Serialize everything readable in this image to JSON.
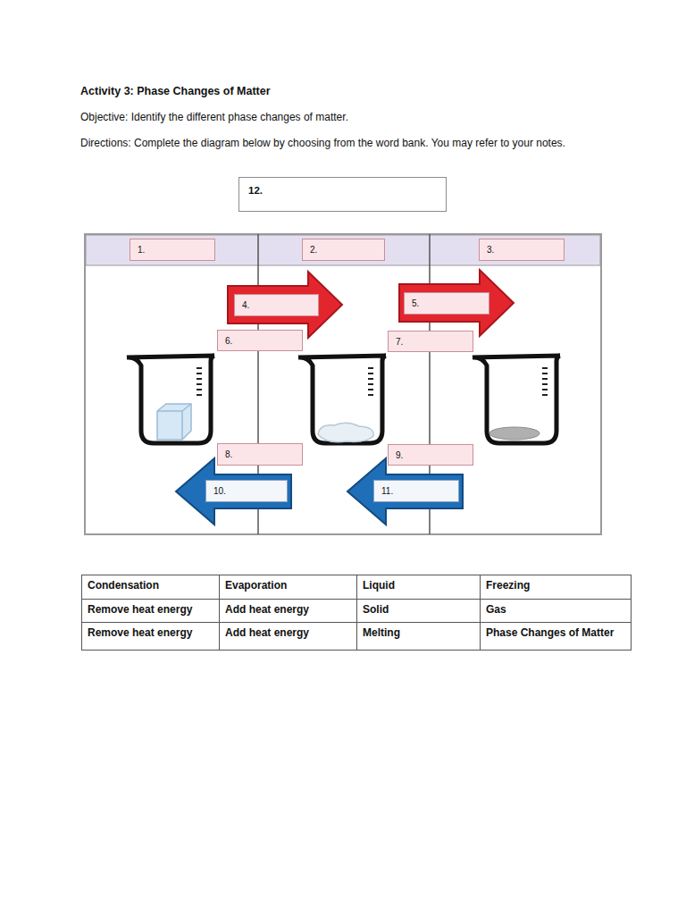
{
  "diagram": {
    "title": "Activity 3: Phase Changes of Matter",
    "nodes": [
      {
        "text": [
          "12."
        ]
      },
      {
        "text": [
          "1."
        ]
      },
      {
        "text": [
          "2."
        ]
      },
      {
        "text": [
          "3."
        ]
      },
      {
        "text": [
          "4."
        ]
      },
      {
        "text": [
          "5."
        ]
      },
      {
        "text": [
          "6."
        ]
      },
      {
        "text": [
          "7."
        ]
      },
      {
        "text": [
          "8."
        ]
      },
      {
        "text": [
          "9."
        ]
      },
      {
        "text": [
          "10."
        ]
      },
      {
        "text": [
          "11."
        ]
      }
    ],
    "labels": [
      "Objective: Identify the different phase changes of matter.",
      "Directions: Complete the diagram below by choosing from the word bank. You may refer to your notes.",
      "Condensation",
      "Evaporation",
      "Liquid",
      "Freezing",
      "Remove heat energy",
      "Add heat energy",
      "Solid",
      "Gas",
      "Remove heat energy",
      "Add heat energy",
      "Melting",
      "Phase Changes of Matter"
    ]
  }
}
